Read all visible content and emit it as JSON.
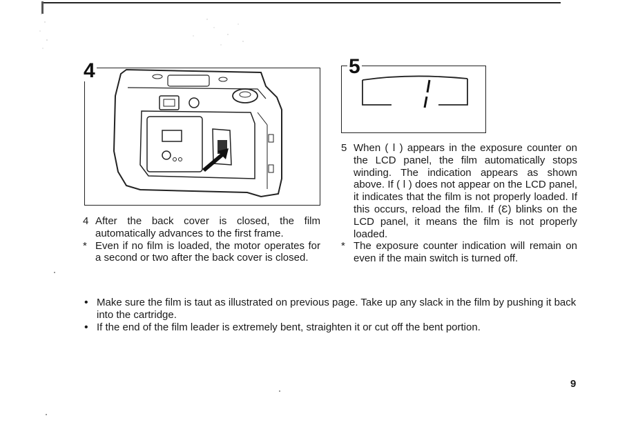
{
  "figures": {
    "fig4_number": "4",
    "fig5_number": "5"
  },
  "step4": {
    "marker": "4",
    "text": "After the back cover is closed, the film automatically advances to the first frame."
  },
  "step4_note": {
    "marker": "*",
    "text": "Even if no film is loaded, the motor operates for a second or two after the back cover is closed."
  },
  "step5": {
    "marker": "5",
    "text": "When ( ǀ ) appears in the exposure counter on the LCD panel, the film automatically stops winding. The indication appears as shown above. If ( ǀ ) does not appear on the LCD panel, it indicates that the film is not properly loaded. If this occurs, reload the film. If (Ɛ) blinks on the LCD panel, it means the film is not properly loaded."
  },
  "step5_note": {
    "marker": "*",
    "text": "The exposure counter indication will remain on even if the main switch is turned off."
  },
  "bullets": [
    "Make sure the film is taut as illustrated on previous page. Take up any slack in the film by pushing it back into the cartridge.",
    "If the end of the film leader is extremely bent, straighten it or cut off the bent portion."
  ],
  "bullet_symbol": "•",
  "page_number": "9"
}
